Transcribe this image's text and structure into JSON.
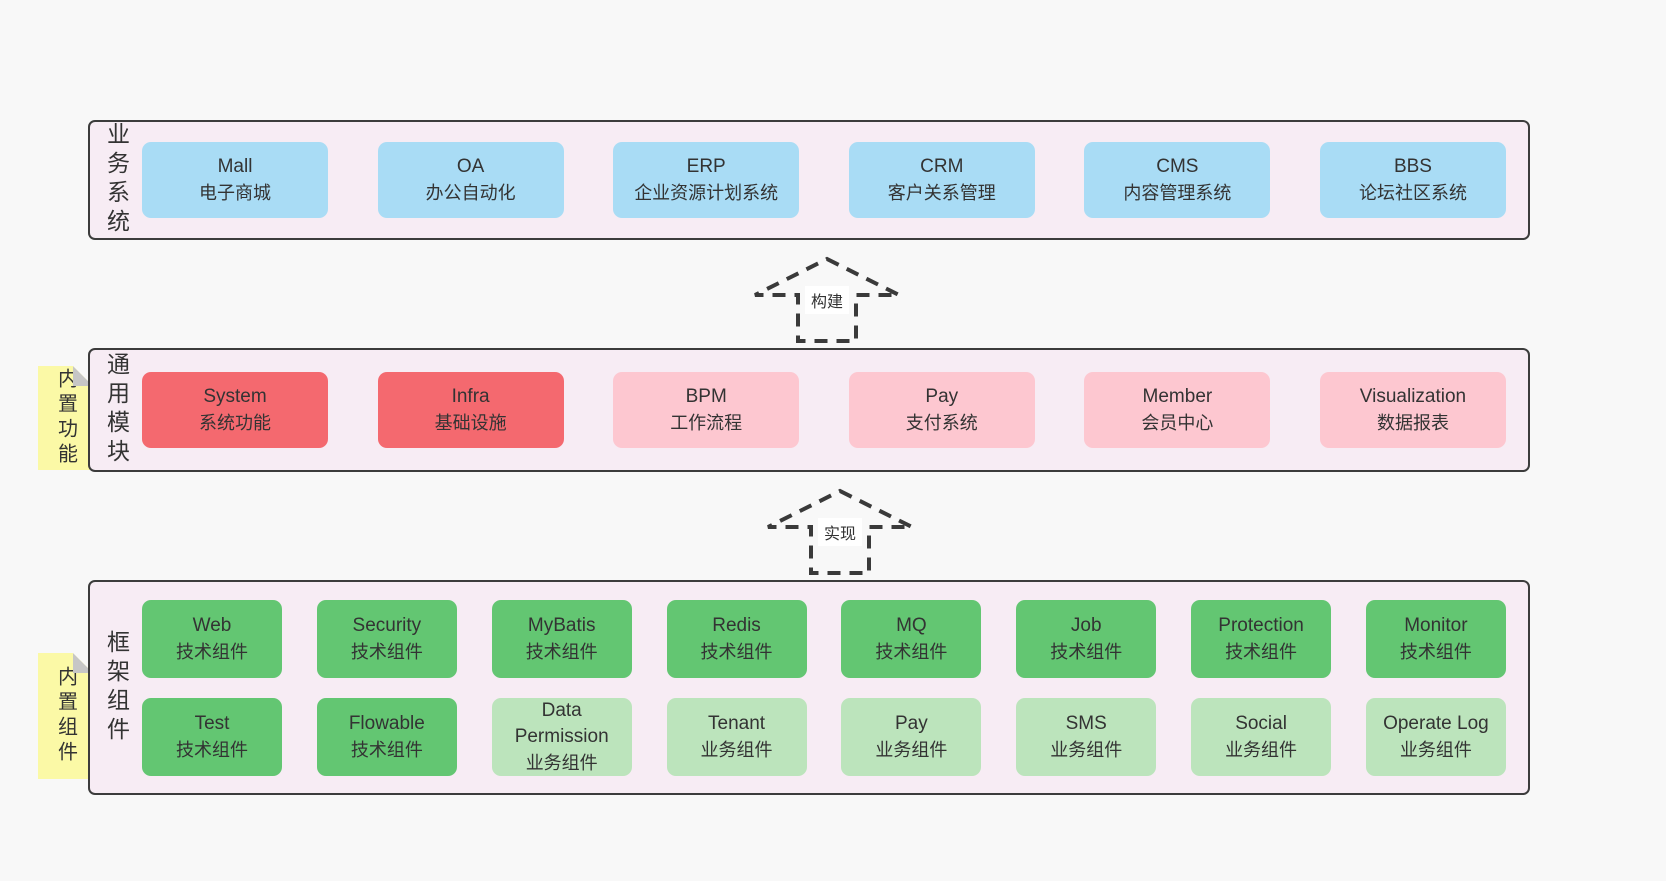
{
  "sections": [
    {
      "id": "business",
      "label": "业务系统",
      "note": null,
      "rows": [
        [
          {
            "en": "Mall",
            "zh": "电子商城",
            "color": "blue"
          },
          {
            "en": "OA",
            "zh": "办公自动化",
            "color": "blue"
          },
          {
            "en": "ERP",
            "zh": "企业资源计划系统",
            "color": "blue"
          },
          {
            "en": "CRM",
            "zh": "客户关系管理",
            "color": "blue"
          },
          {
            "en": "CMS",
            "zh": "内容管理系统",
            "color": "blue"
          },
          {
            "en": "BBS",
            "zh": "论坛社区系统",
            "color": "blue"
          }
        ]
      ]
    },
    {
      "id": "modules",
      "label": "通用模块",
      "note": "内置功能",
      "rows": [
        [
          {
            "en": "System",
            "zh": "系统功能",
            "color": "red"
          },
          {
            "en": "Infra",
            "zh": "基础设施",
            "color": "red"
          },
          {
            "en": "BPM",
            "zh": "工作流程",
            "color": "pink"
          },
          {
            "en": "Pay",
            "zh": "支付系统",
            "color": "pink"
          },
          {
            "en": "Member",
            "zh": "会员中心",
            "color": "pink"
          },
          {
            "en": "Visualization",
            "zh": "数据报表",
            "color": "pink"
          }
        ]
      ]
    },
    {
      "id": "components",
      "label": "框架组件",
      "note": "内置组件",
      "rows": [
        [
          {
            "en": "Web",
            "zh": "技术组件",
            "color": "green"
          },
          {
            "en": "Security",
            "zh": "技术组件",
            "color": "green"
          },
          {
            "en": "MyBatis",
            "zh": "技术组件",
            "color": "green"
          },
          {
            "en": "Redis",
            "zh": "技术组件",
            "color": "green"
          },
          {
            "en": "MQ",
            "zh": "技术组件",
            "color": "green"
          },
          {
            "en": "Job",
            "zh": "技术组件",
            "color": "green"
          },
          {
            "en": "Protection",
            "zh": "技术组件",
            "color": "green"
          },
          {
            "en": "Monitor",
            "zh": "技术组件",
            "color": "green"
          }
        ],
        [
          {
            "en": "Test",
            "zh": "技术组件",
            "color": "green"
          },
          {
            "en": "Flowable",
            "zh": "技术组件",
            "color": "green"
          },
          {
            "en": "Data Permission",
            "zh": "业务组件",
            "color": "lightgreen"
          },
          {
            "en": "Tenant",
            "zh": "业务组件",
            "color": "lightgreen"
          },
          {
            "en": "Pay",
            "zh": "业务组件",
            "color": "lightgreen"
          },
          {
            "en": "SMS",
            "zh": "业务组件",
            "color": "lightgreen"
          },
          {
            "en": "Social",
            "zh": "业务组件",
            "color": "lightgreen"
          },
          {
            "en": "Operate Log",
            "zh": "业务组件",
            "color": "lightgreen"
          }
        ]
      ]
    }
  ],
  "arrows": [
    {
      "label": "构建"
    },
    {
      "label": "实现"
    }
  ],
  "colors": {
    "blue": "#a9dcf5",
    "red": "#f4696f",
    "pink": "#fdc7d0",
    "green": "#63c672",
    "lightgreen": "#bce4bc",
    "note_yellow": "#fbf9a6",
    "panel_bg": "#f7ecf4",
    "border": "#3c3c3c"
  }
}
